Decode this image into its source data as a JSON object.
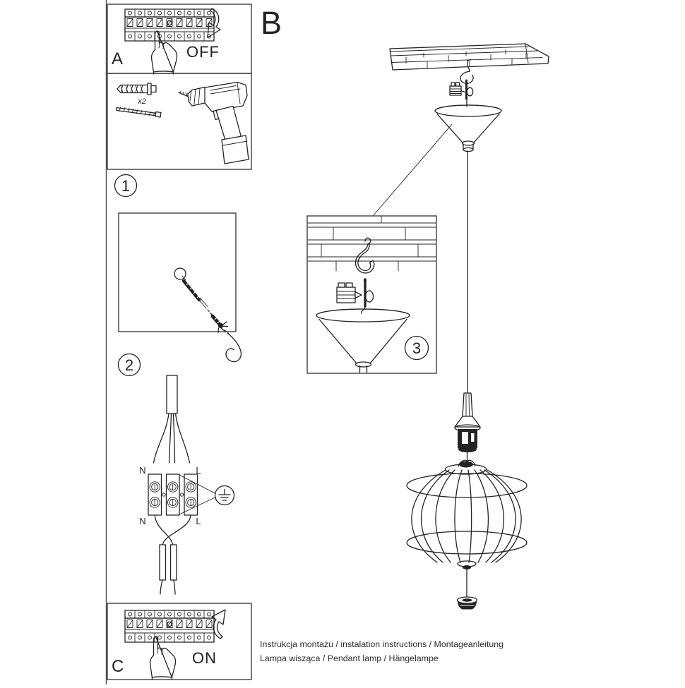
{
  "colors": {
    "paper": "#ffffff",
    "ink": "#232323",
    "rule": "#4a4a4a"
  },
  "sections": {
    "a": {
      "label": "A",
      "state": "OFF"
    },
    "b": {
      "label": "B"
    },
    "c": {
      "label": "C",
      "state": "ON"
    }
  },
  "steps": {
    "one": "1",
    "two": "2",
    "three": "3"
  },
  "tools": {
    "anchor_quantity": "x2"
  },
  "wiring": {
    "top_left": "N",
    "top_right": "L",
    "bottom_left": "N",
    "bottom_right": "L"
  },
  "footer": {
    "line1": "Instrukcja montażu / instalation instructions / Montageanleitung",
    "line2": "Lampa wisząca / Pendant lamp / Hängelampe"
  }
}
